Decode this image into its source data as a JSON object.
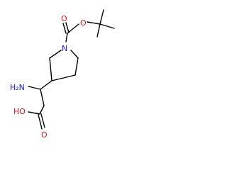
{
  "molecule": {
    "atoms": {
      "nitrogen": {
        "label": "N",
        "color": "#1a1acc"
      },
      "carbonyl_oxygen": {
        "label": "O",
        "color": "#cc1a1a"
      },
      "ester_oxygen": {
        "label": "O",
        "color": "#cc1a1a"
      },
      "amine": {
        "label": "H₂N",
        "color": "#1a1acc"
      },
      "acid_hydroxyl": {
        "label": "HO",
        "color": "#cc1a1a"
      },
      "acid_carbonyl_oxygen": {
        "label": "O",
        "color": "#cc1a1a"
      }
    },
    "bond_color": "#000000"
  }
}
